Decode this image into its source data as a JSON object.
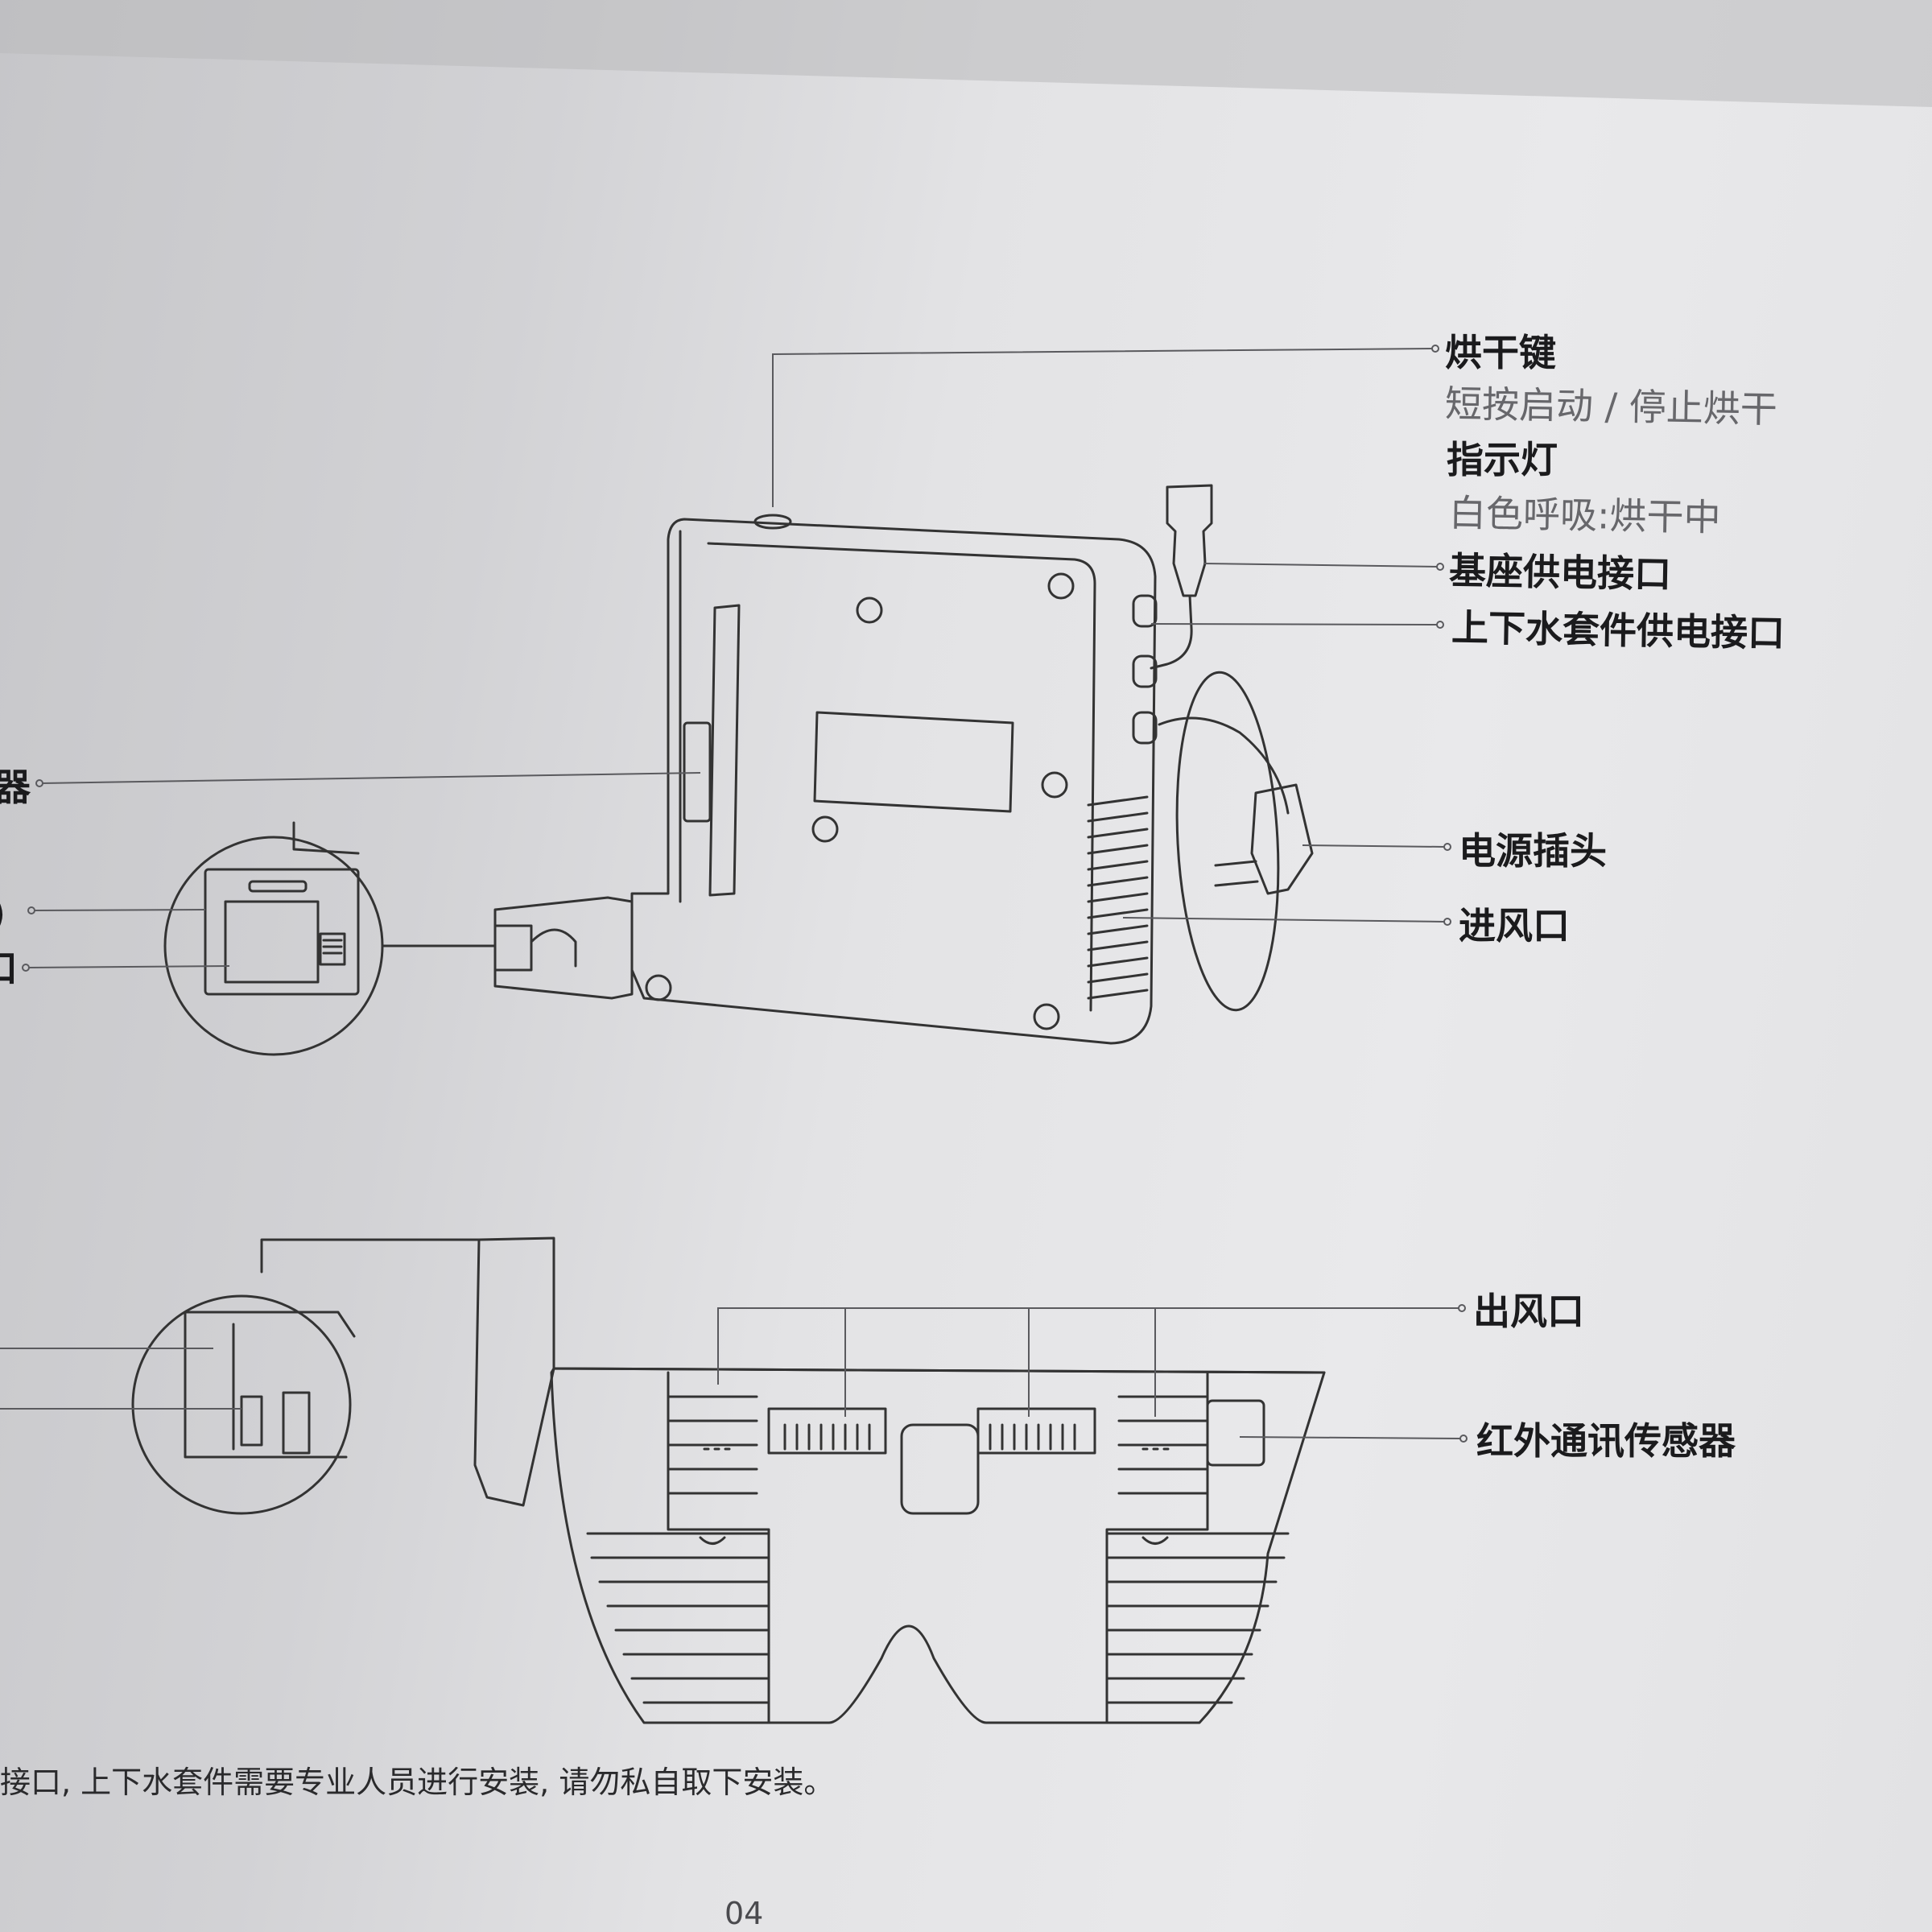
{
  "labels": {
    "dry_key": "烘干键",
    "dry_key_desc": "短按启动 / 停止烘干",
    "indicator": "指示灯",
    "indicator_desc": "白色呼吸:烘干中",
    "base_power_port": "基座供电接口",
    "water_kit_power_port": "上下水套件供电接口",
    "power_plug": "电源插头",
    "air_inlet": "进风口",
    "air_outlet": "出风口",
    "ir_sensor": "红外通讯传感器",
    "left_partial_1": "器",
    "left_partial_2": ")",
    "left_partial_3": "口"
  },
  "footnote": "接口, 上下水套件需要专业人员进行安装, 请勿私自取下安装。",
  "page_number": "04"
}
